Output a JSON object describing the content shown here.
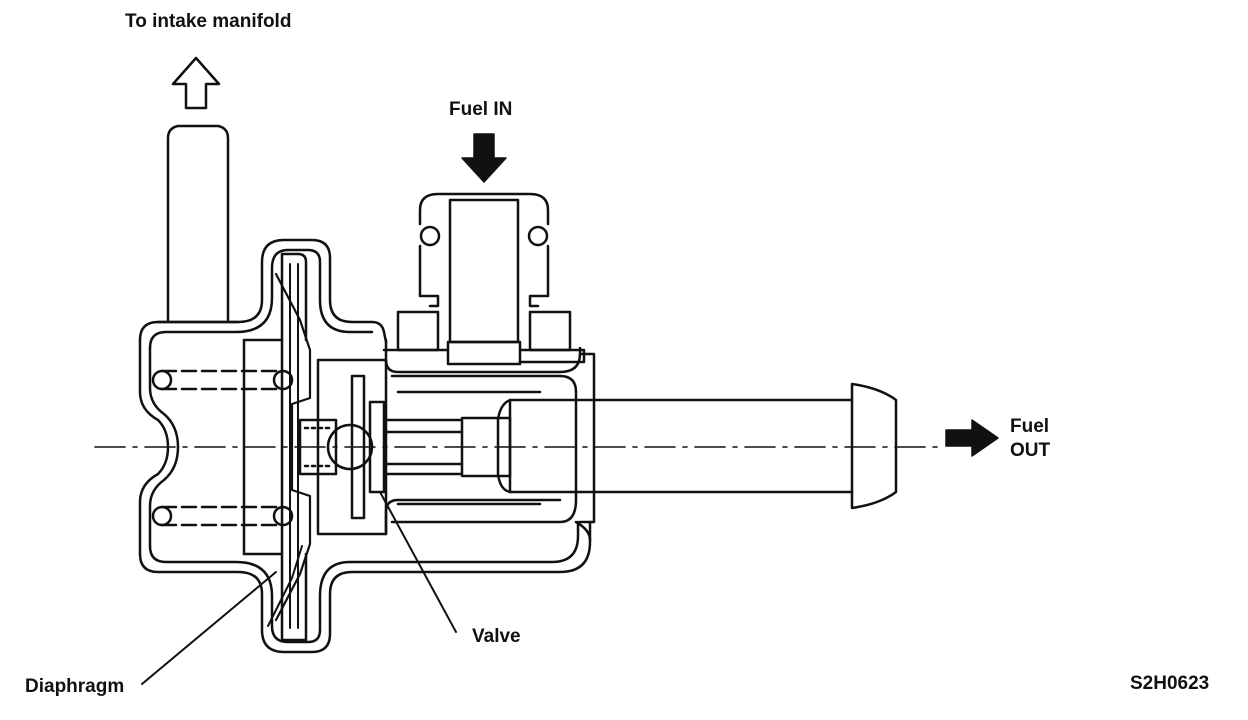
{
  "labels": {
    "intake": "To intake manifold",
    "fuel_in": "Fuel IN",
    "fuel_out_line1": "Fuel",
    "fuel_out_line2": "OUT",
    "valve": "Valve",
    "diaphragm": "Diaphragm",
    "figure_code": "S2H0623"
  },
  "colors": {
    "ink": "#111111",
    "paper": "#ffffff"
  }
}
